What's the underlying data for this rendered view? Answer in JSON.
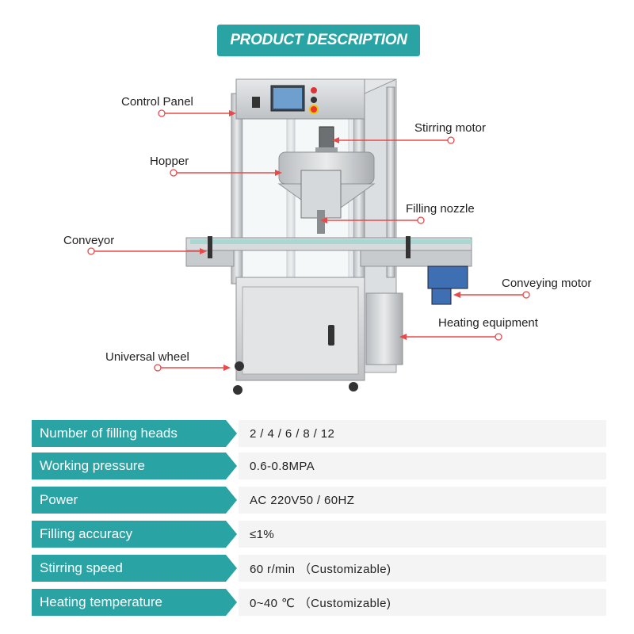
{
  "header": {
    "title": "PRODUCT DESCRIPTION"
  },
  "callouts": {
    "control_panel": "Control Panel",
    "hopper": "Hopper",
    "conveyor": "Conveyor",
    "universal_wheel": "Universal wheel",
    "stirring_motor": "Stirring motor",
    "filling_nozzle": "Filling nozzle",
    "conveying_motor": "Conveying motor",
    "heating_equipment": "Heating equipment"
  },
  "colors": {
    "accent": "#29a3a3",
    "pointer": "#e84a4a",
    "row_bg": "#f4f4f4"
  },
  "specs": [
    {
      "label": "Number of filling heads",
      "value": "2 / 4 / 6 / 8 / 12"
    },
    {
      "label": "Working pressure",
      "value": "0.6-0.8MPA"
    },
    {
      "label": "Power",
      "value": "AC 220V50 / 60HZ"
    },
    {
      "label": "Filling accuracy",
      "value": "≤1%"
    },
    {
      "label": "Stirring speed",
      "value": "60 r/min （Customizable)"
    },
    {
      "label": "Heating temperature",
      "value": "0~40 ℃ （Customizable)"
    }
  ]
}
